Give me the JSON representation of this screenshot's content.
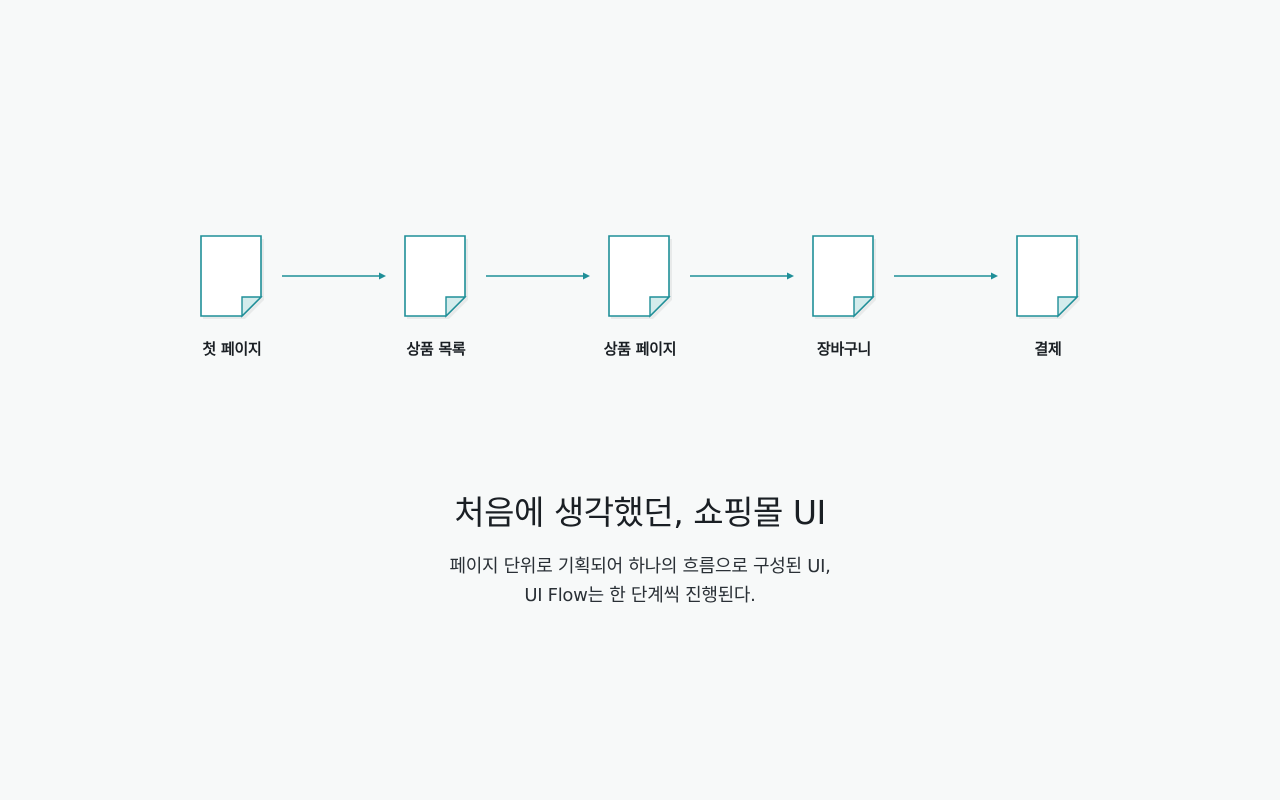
{
  "flow": {
    "steps": [
      {
        "label": "첫 페이지"
      },
      {
        "label": "상품 목록"
      },
      {
        "label": "상품 페이지"
      },
      {
        "label": "장바구니"
      },
      {
        "label": "결제"
      }
    ],
    "icon": "document-icon"
  },
  "heading": {
    "title": "처음에 생각했던, 쇼핑몰 UI",
    "desc_line1": "페이지 단위로 기획되어 하나의 흐름으로 구성된 UI,",
    "desc_line2": "UI Flow는 한 단계씩 진행된다."
  },
  "colors": {
    "background": "#f7f9f9",
    "accent": "#1f8f98",
    "fold": "#d4ecec",
    "text": "#1a1f24"
  }
}
